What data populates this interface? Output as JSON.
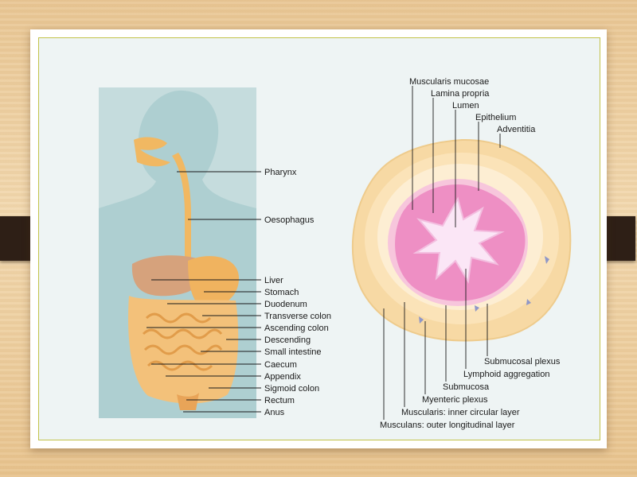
{
  "body_labels": {
    "pharynx": "Pharynx",
    "oesophagus": "Oesophagus",
    "liver": "Liver",
    "stomach": "Stomach",
    "duodenum": "Duodenum",
    "transverse_colon": "Transverse colon",
    "ascending_colon": "Ascending colon",
    "descending": "Descending",
    "small_intestine": "Small intestine",
    "caecum": "Caecum",
    "appendix": "Appendix",
    "sigmoid_colon": "Sigmoid colon",
    "rectum": "Rectum",
    "anus": "Anus"
  },
  "section_labels": {
    "muscularis_mucosae": "Muscularis mucosae",
    "lamina_propria": "Lamina propria",
    "lumen": "Lumen",
    "epithelium": "Epithelium",
    "adventitia": "Adventitia",
    "submucosal_plexus": "Submucosal plexus",
    "lymphoid_aggregation": "Lymphoid aggregation",
    "submucosa": "Submucosa",
    "myenteric_plexus": "Myenteric plexus",
    "muscularis_inner": "Muscularis: inner circular layer",
    "muscularis_outer": "Musculans: outer longitudinal layer"
  },
  "colors": {
    "silhouette": "#bcd6d8",
    "organ_orange": "#f0b35f",
    "wall_cream": "#fbe7c4",
    "mucosa_pink": "#ee8fc4",
    "lumen_white": "#fbe6f6",
    "frame_line": "#c2c24a",
    "clip": "#2e1f16"
  }
}
